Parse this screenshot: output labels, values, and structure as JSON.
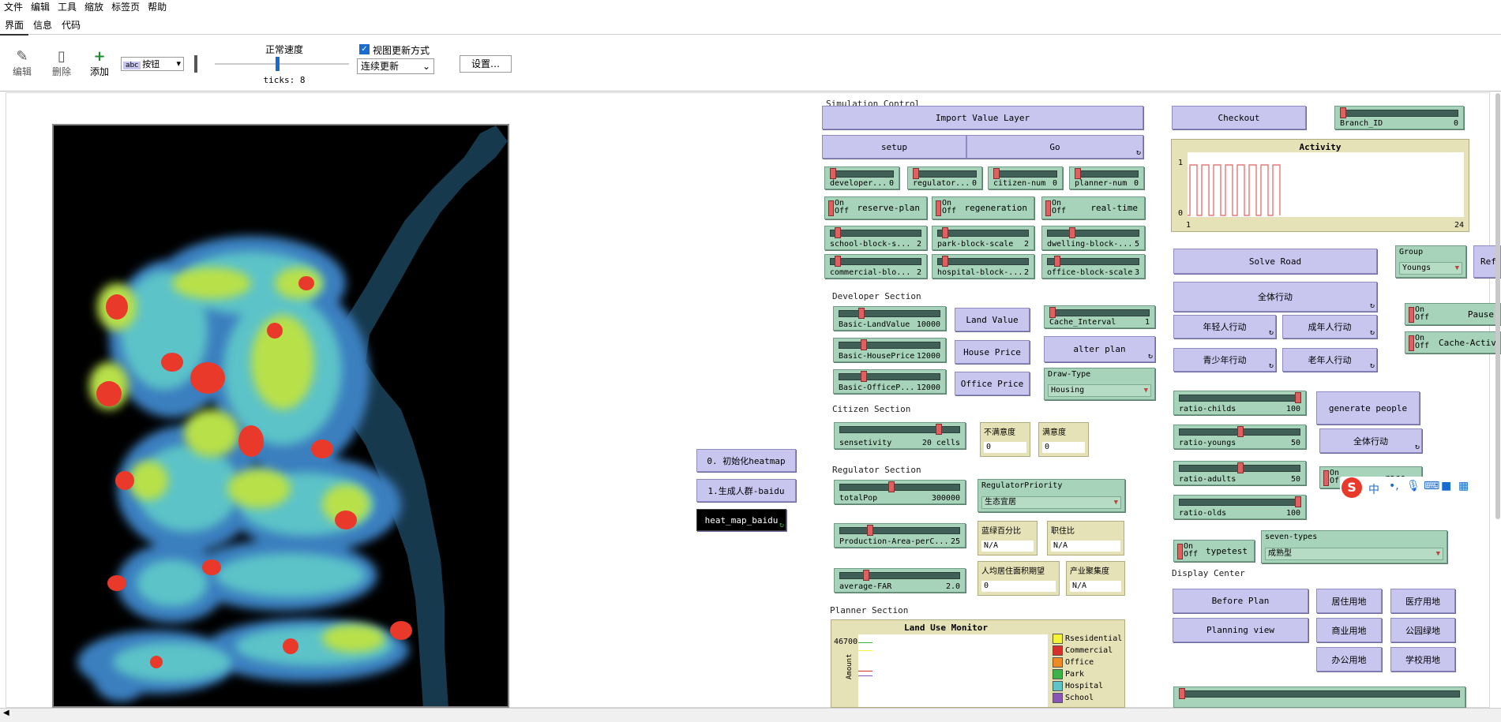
{
  "menu": [
    "文件",
    "编辑",
    "工具",
    "缩放",
    "标签页",
    "帮助"
  ],
  "tabs": [
    "界面",
    "信息",
    "代码"
  ],
  "toolbar": {
    "edit_label": "编辑",
    "delete_label": "删除",
    "add_label": "添加",
    "widget_type": "按钮",
    "speed_label": "正常速度",
    "speed_fraction": 0.45,
    "ticks": "ticks: 8",
    "view_update_label": "视图更新方式",
    "update_mode": "连续更新",
    "settings_label": "设置…"
  },
  "left_buttons": {
    "init_heatmap": "0. 初始化heatmap",
    "gen_people": "1.生成人群-baidu",
    "heat_map": "heat_map_baidu"
  },
  "sim": {
    "section_partial": "Simulation Control",
    "import_value": "Import Value Layer",
    "setup": "setup",
    "go": "Go",
    "checkout": "Checkout",
    "branch_label": "Branch_ID",
    "branch_value": "0",
    "sliders_row1": [
      {
        "label": "developer...",
        "value": "0",
        "fraction": 0.0
      },
      {
        "label": "regulator...",
        "value": "0",
        "fraction": 0.0
      },
      {
        "label": "citizen-num",
        "value": "0",
        "fraction": 0.0
      },
      {
        "label": "planner-num",
        "value": "0",
        "fraction": 0.0
      }
    ],
    "switches_row": [
      {
        "label": "reserve-plan"
      },
      {
        "label": "regeneration"
      },
      {
        "label": "real-time"
      }
    ],
    "sliders_row2": [
      {
        "label": "school-block-s...",
        "value": "2",
        "fraction": 0.05
      },
      {
        "label": "park-block-scale",
        "value": "2",
        "fraction": 0.05
      },
      {
        "label": "dwelling-block-...",
        "value": "5",
        "fraction": 0.25
      }
    ],
    "sliders_row3": [
      {
        "label": "commercial-blo...",
        "value": "2",
        "fraction": 0.05
      },
      {
        "label": "hospital-block-...",
        "value": "2",
        "fraction": 0.05
      },
      {
        "label": "office-block-scale",
        "value": "3",
        "fraction": 0.08
      }
    ]
  },
  "activity": {
    "title": "Activity",
    "y_max": "1",
    "y_min": "0",
    "x_min": "1",
    "x_max": "24"
  },
  "developer": {
    "title": "Developer Section",
    "sliders": [
      {
        "label": "Basic-LandValue",
        "value": "10000",
        "fraction": 0.2
      },
      {
        "label": "Basic-HousePrice",
        "value": "12000",
        "fraction": 0.22
      },
      {
        "label": "Basic-OfficeP...",
        "value": "12000",
        "fraction": 0.22
      }
    ],
    "land_value": "Land Value",
    "house_price": "House Price",
    "office_price": "Office Price",
    "cache_interval": {
      "label": "Cache_Interval",
      "value": "1",
      "fraction": 0.0
    },
    "alter_plan": "alter plan",
    "draw_type": {
      "label": "Draw-Type",
      "value": "Housing"
    }
  },
  "citizen": {
    "title": "Citizen Section",
    "sensetivity": {
      "label": "sensetivity",
      "value": "20 cells",
      "fraction": 0.8
    },
    "unsat": {
      "label": "不满意度",
      "value": "0"
    },
    "sat": {
      "label": "满意度",
      "value": "0"
    }
  },
  "regulator": {
    "title": "Regulator Section",
    "totalpop": {
      "label": "totalPop",
      "value": "300000",
      "fraction": 0.42
    },
    "priority": {
      "label": "RegulatorPriority",
      "value": "生态宜居"
    },
    "production": {
      "label": "Production-Area-perC...",
      "value": "25",
      "fraction": 0.2
    },
    "green_ratio": {
      "label": "蓝绿百分比",
      "value": "N/A"
    },
    "job_ratio": {
      "label": "职住比",
      "value": "N/A"
    },
    "far": {
      "label": "average-FAR",
      "value": "2.0",
      "fraction": 0.18
    },
    "area_expect": {
      "label": "人均居住面积期望",
      "value": "0"
    },
    "industry": {
      "label": "产业聚集度",
      "value": "N/A"
    }
  },
  "planner": {
    "title": "Planner Section",
    "monitor_title": "Land Use Monitor",
    "y_value": "46700",
    "y_axis": "Amount",
    "legend": [
      {
        "name": "Rsesidential",
        "color": "#f3f33a"
      },
      {
        "name": "Commercial",
        "color": "#d7302a"
      },
      {
        "name": "Office",
        "color": "#f08a24"
      },
      {
        "name": "Park",
        "color": "#3bb34a"
      },
      {
        "name": "Hospital",
        "color": "#5fc3c8"
      },
      {
        "name": "School",
        "color": "#8a55b8"
      }
    ]
  },
  "right": {
    "solve_road": "Solve Road",
    "group": {
      "label": "Group",
      "value": "Youngs"
    },
    "refresh_partial": "Ref",
    "all_act": "全体行动",
    "pause": "Pause",
    "cache_act": "Cache-Activ",
    "young": "年轻人行动",
    "adult": "成年人行动",
    "teen": "青少年行动",
    "old": "老年人行动",
    "ratios": [
      {
        "label": "ratio-childs",
        "value": "100",
        "fraction": 0.98
      },
      {
        "label": "ratio-youngs",
        "value": "50",
        "fraction": 0.49
      },
      {
        "label": "ratio-adults",
        "value": "50",
        "fraction": 0.49
      },
      {
        "label": "ratio-olds",
        "value": "100",
        "fraction": 0.98
      }
    ],
    "generate_people": "generate people",
    "all_act2": "全体行动",
    "trace_partial": "race",
    "typetest": "typetest",
    "seven_types": {
      "label": "seven-types",
      "value": "成熟型"
    },
    "display_center": "Display Center",
    "before_plan": "Before Plan",
    "planning_view": "Planning view",
    "land": [
      "居住用地",
      "医疗用地",
      "商业用地",
      "公园绿地",
      "办公用地",
      "学校用地"
    ]
  },
  "ime": {
    "cn": "中"
  },
  "colors": {
    "button": "#c8c6ee",
    "slider": "#a6d3ba",
    "monitor": "#e6e2b8",
    "water": "#17394e"
  }
}
